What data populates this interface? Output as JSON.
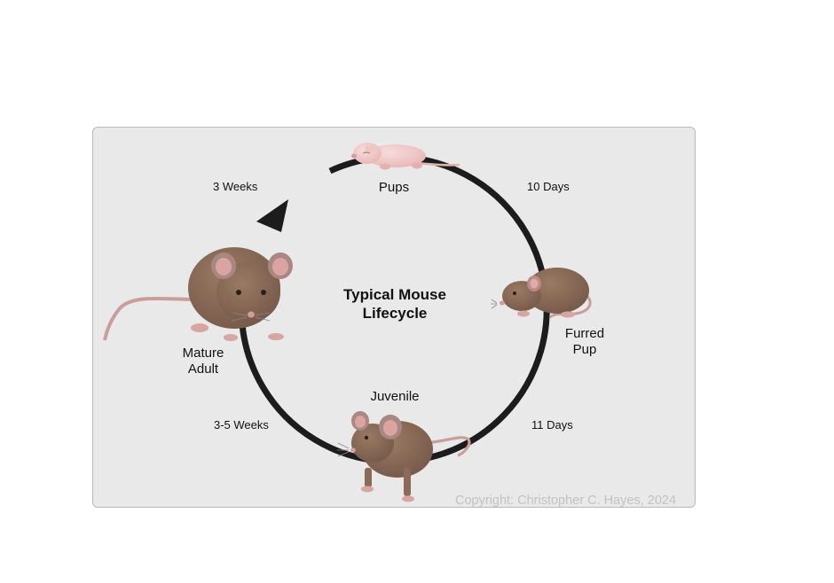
{
  "diagram": {
    "title_lines": [
      "Typical Mouse",
      "Lifecycle"
    ],
    "stages": {
      "pups": "Pups",
      "furred_pup": [
        "Furred",
        "Pup"
      ],
      "juvenile": "Juvenile",
      "mature_adult": [
        "Mature",
        "Adult"
      ]
    },
    "durations": {
      "pups_to_furred": "10 Days",
      "furred_to_juvenile": "11 Days",
      "juvenile_to_adult": "3-5 Weeks",
      "adult_to_pups": "3 Weeks"
    },
    "copyright": "Copyright: Christopher C. Hayes, 2024"
  }
}
